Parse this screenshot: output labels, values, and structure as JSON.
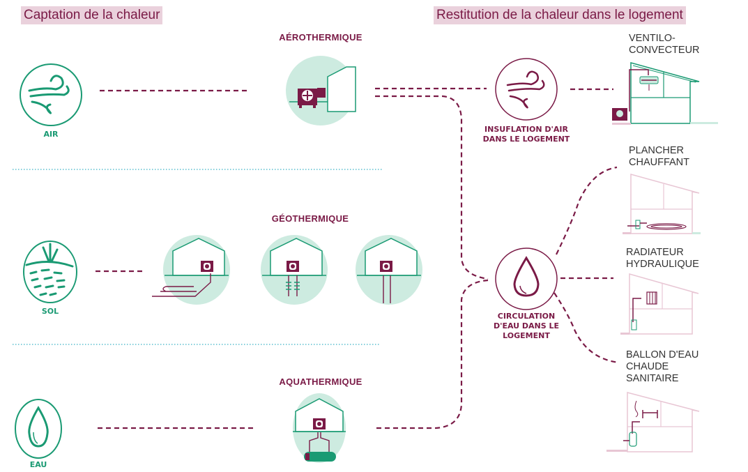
{
  "headers": {
    "left": "Captation de la chaleur",
    "right": "Restitution de la chaleur dans le logement"
  },
  "sources": [
    {
      "label": "AIR",
      "icon": "wind-icon"
    },
    {
      "label": "SOL",
      "icon": "soil-grass-icon"
    },
    {
      "label": "EAU",
      "icon": "water-drop-icon"
    }
  ],
  "technologies": [
    {
      "label": "AÉROTHERMIQUE"
    },
    {
      "label": "GÉOTHERMIQUE"
    },
    {
      "label": "AQUATHERMIQUE"
    }
  ],
  "distribution": [
    {
      "label_lines": [
        "INSUFLATION D'AIR",
        "DANS LE LOGEMENT"
      ],
      "icon": "wind-icon"
    },
    {
      "label_lines": [
        "CIRCULATION",
        "D'EAU DANS LE",
        "LOGEMENT"
      ],
      "icon": "water-drop-icon"
    }
  ],
  "outputs": [
    {
      "label_lines": [
        "VENTILO-",
        "CONVECTEUR"
      ]
    },
    {
      "label_lines": [
        "PLANCHER",
        "CHAUFFANT"
      ]
    },
    {
      "label_lines": [
        "RADIATEUR",
        "HYDRAULIQUE"
      ]
    },
    {
      "label_lines": [
        "BALLON D'EAU",
        "CHAUDE",
        "SANITAIRE"
      ]
    }
  ],
  "colors": {
    "green": "#1a9a73",
    "mint": "#cdebe0",
    "plum": "#7a1a46",
    "header_bg": "#ead1dc",
    "pink_line": "#e8c6d4",
    "separator": "#5bbfcf"
  }
}
